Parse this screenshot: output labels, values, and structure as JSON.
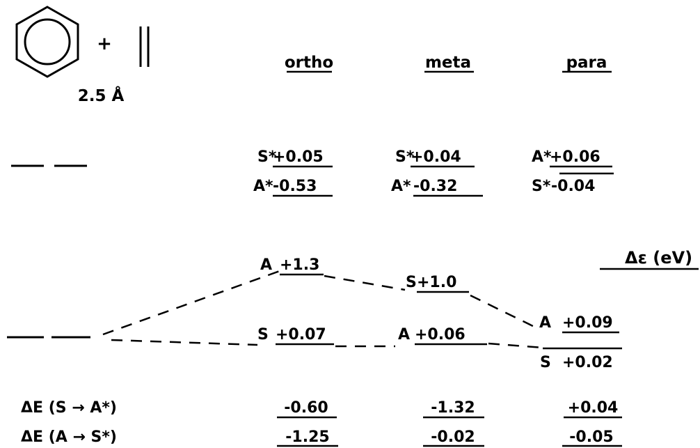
{
  "reactants": {
    "plus": "+",
    "distance": "2.5 Å"
  },
  "columns": [
    "ortho",
    "meta",
    "para"
  ],
  "axis_label": "Δε (eV)",
  "upper_levels": [
    {
      "id": "ortho",
      "top": {
        "label": "S*",
        "value": "+0.05"
      },
      "bottom": {
        "label": "A*",
        "value": "-0.53"
      }
    },
    {
      "id": "meta",
      "top": {
        "label": "S*",
        "value": "+0.04"
      },
      "bottom": {
        "label": "A*",
        "value": "-0.32"
      }
    },
    {
      "id": "para",
      "top": {
        "label": "A*",
        "value": "+0.06"
      },
      "bottom": {
        "label": "S*",
        "value": "-0.04"
      }
    }
  ],
  "lower_levels": [
    {
      "id": "ortho",
      "top": {
        "label": "A",
        "value": "+1.3"
      },
      "bottom": {
        "label": "S",
        "value": "+0.07"
      }
    },
    {
      "id": "meta",
      "top": {
        "label": "S",
        "value": "+1.0"
      },
      "bottom": {
        "label": "A",
        "value": "+0.06"
      }
    },
    {
      "id": "para",
      "top": {
        "label": "A",
        "value": "+0.09"
      },
      "bottom": {
        "label": "S",
        "value": "+0.02"
      }
    }
  ],
  "delta_E": [
    {
      "label": "ΔE (S → A*)",
      "values": [
        "-0.60",
        "-1.32",
        "+0.04"
      ]
    },
    {
      "label": "ΔE (A → S*)",
      "values": [
        "-1.25",
        "-0.02",
        "-0.05"
      ]
    }
  ]
}
